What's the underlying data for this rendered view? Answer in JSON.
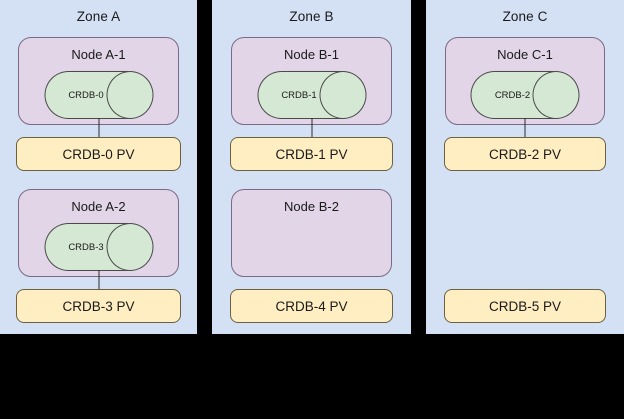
{
  "colors": {
    "background": "#000000",
    "zone_fill": "#d4e1f5",
    "node_fill": "#e1d5e7",
    "node_stroke": "#7b6a86",
    "database_fill": "#d5e8d4",
    "database_stroke": "#4a4a4a",
    "pv_fill": "#ffeec2",
    "pv_stroke": "#6b6142",
    "text": "#1a1a1a"
  },
  "zones": [
    {
      "title": "Zone A",
      "rows": [
        {
          "node": {
            "title": "Node A-1",
            "database": "CRDB-0"
          },
          "connector": true,
          "pv": "CRDB-0 PV"
        },
        {
          "node": {
            "title": "Node A-2",
            "database": "CRDB-3"
          },
          "connector": true,
          "pv": "CRDB-3 PV"
        }
      ]
    },
    {
      "title": "Zone B",
      "rows": [
        {
          "node": {
            "title": "Node B-1",
            "database": "CRDB-1"
          },
          "connector": true,
          "pv": "CRDB-1 PV"
        },
        {
          "node": {
            "title": "Node B-2",
            "database": null
          },
          "connector": false,
          "pv": "CRDB-4 PV"
        }
      ]
    },
    {
      "title": "Zone C",
      "rows": [
        {
          "node": {
            "title": "Node C-1",
            "database": "CRDB-2"
          },
          "connector": true,
          "pv": "CRDB-2 PV"
        },
        {
          "node": null,
          "connector": false,
          "pv": "CRDB-5 PV"
        }
      ]
    }
  ]
}
